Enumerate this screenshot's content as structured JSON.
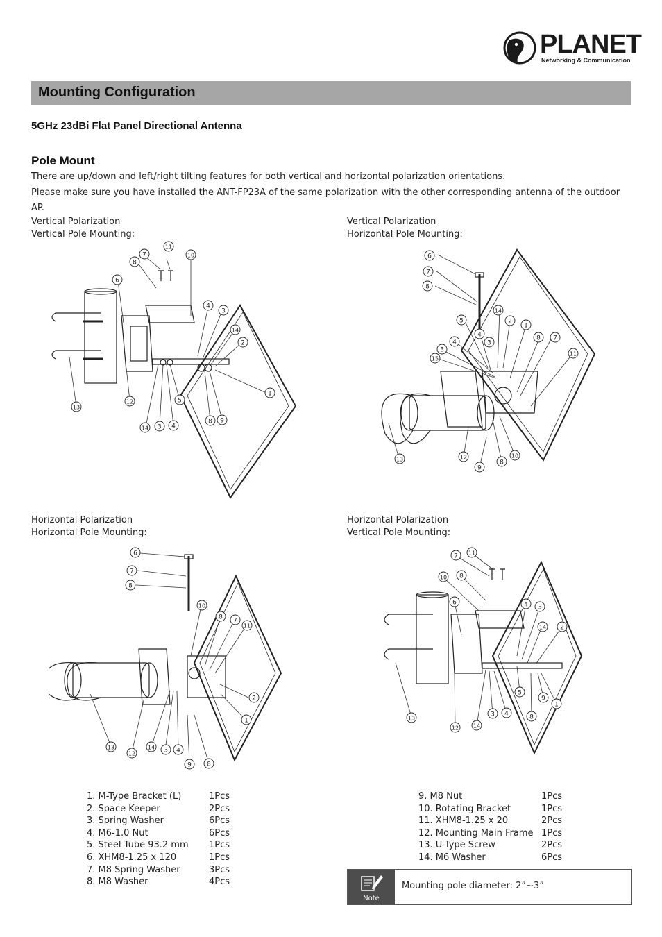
{
  "header": {
    "brand": "PLANET",
    "tagline": "Networking & Communication"
  },
  "section_title": "Mounting Configuration",
  "product_title": "5GHz 23dBi Flat Panel Directional Antenna",
  "pole_mount": {
    "heading": "Pole Mount",
    "line1": "There are up/down and left/right tilting features for both vertical and horizontal polarization orientations.",
    "line2": "Please make sure you have installed the ANT-FP23A of the same polarization with the other corresponding antenna of the outdoor AP."
  },
  "diagrams": [
    {
      "polarization": "Vertical Polarization",
      "mounting": "Vertical Pole Mounting:"
    },
    {
      "polarization": "Vertical Polarization",
      "mounting": "Horizontal Pole Mounting:"
    },
    {
      "polarization": "Horizontal Polarization",
      "mounting": "Horizontal Pole Mounting:"
    },
    {
      "polarization": "Horizontal Polarization",
      "mounting": "Vertical Pole Mounting:"
    }
  ],
  "parts_left": [
    {
      "name": "1. M-Type Bracket (L)",
      "qty": "1Pcs"
    },
    {
      "name": "2. Space Keeper",
      "qty": "2Pcs"
    },
    {
      "name": "3. Spring Washer",
      "qty": "6Pcs"
    },
    {
      "name": "4. M6-1.0 Nut",
      "qty": "6Pcs"
    },
    {
      "name": "5. Steel Tube 93.2 mm",
      "qty": "1Pcs"
    },
    {
      "name": "6. XHM8-1.25 x 120",
      "qty": "1Pcs"
    },
    {
      "name": "7. M8 Spring Washer",
      "qty": "3Pcs"
    },
    {
      "name": "8. M8 Washer",
      "qty": "4Pcs"
    }
  ],
  "parts_right": [
    {
      "name": "9. M8 Nut",
      "qty": "1Pcs"
    },
    {
      "name": "10. Rotating Bracket",
      "qty": "1Pcs"
    },
    {
      "name": "11. XHM8-1.25 x 20",
      "qty": "2Pcs"
    },
    {
      "name": "12. Mounting Main Frame",
      "qty": "1Pcs"
    },
    {
      "name": "13. U-Type Screw",
      "qty": "2Pcs"
    },
    {
      "name": "14. M6 Washer",
      "qty": "6Pcs"
    }
  ],
  "note": {
    "icon_label": "Note",
    "text": "Mounting pole diameter: 2”~3”"
  }
}
